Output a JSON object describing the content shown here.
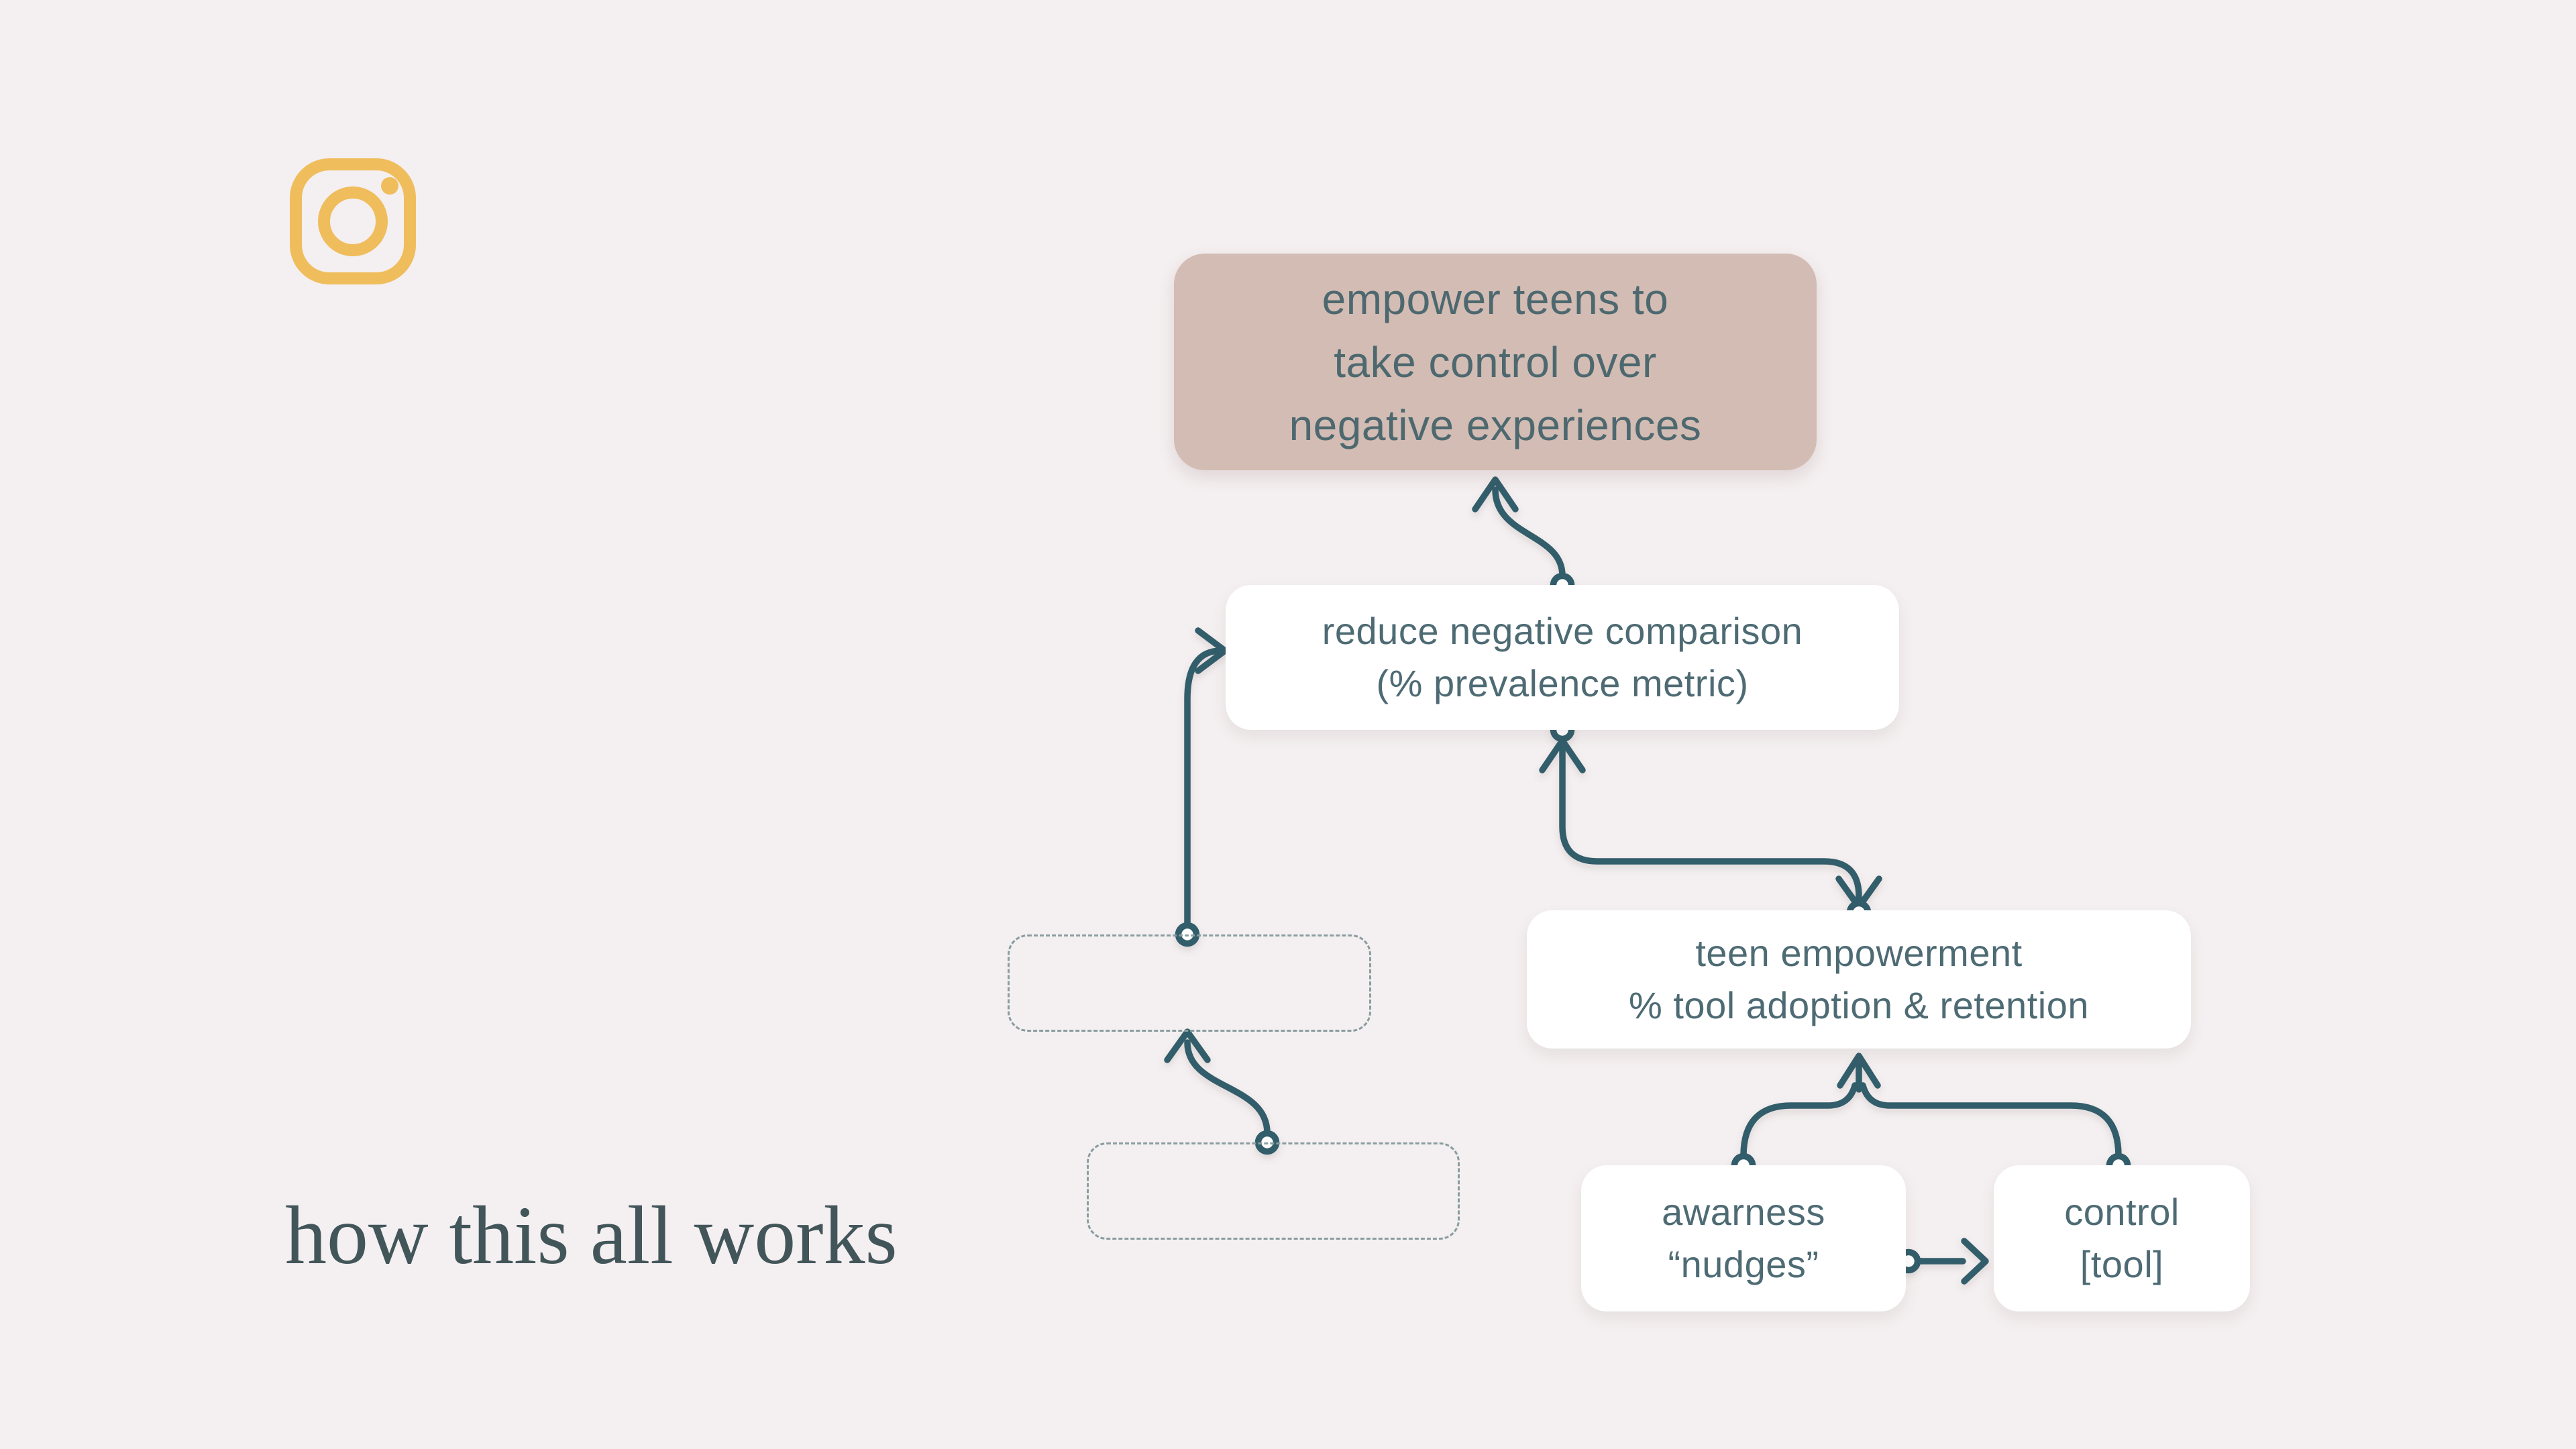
{
  "title": "how this all works",
  "logo": {
    "name": "instagram-logo",
    "color": "#efbd5c"
  },
  "colors": {
    "background": "#f4eff0",
    "connector_teal": "#305d6a",
    "box_text_teal": "#4e6b74",
    "mauve_fill": "#d3bcb3",
    "white_box": "#ffffff",
    "dashed_border": "#8a9da0",
    "title_color": "#42565a",
    "instagram_gold": "#efbd5c"
  },
  "diagram": {
    "nodes": [
      {
        "id": "goal",
        "style": "filled-mauve",
        "lines": [
          "empower teens to",
          "take control over",
          "negative experiences"
        ]
      },
      {
        "id": "reduce-negative-comparison",
        "style": "white",
        "lines": [
          "reduce negative comparison",
          "(% prevalence metric)"
        ]
      },
      {
        "id": "teen-empowerment",
        "style": "white",
        "lines": [
          "teen empowerment",
          "% tool adoption & retention"
        ]
      },
      {
        "id": "placeholder-upper",
        "style": "dashed-empty",
        "lines": []
      },
      {
        "id": "placeholder-lower",
        "style": "dashed-empty",
        "lines": []
      },
      {
        "id": "awareness-nudges",
        "style": "white",
        "lines": [
          "awarness",
          "“nudges”"
        ]
      },
      {
        "id": "control-tool",
        "style": "white",
        "lines": [
          "control",
          "[tool]"
        ]
      }
    ],
    "edges": [
      {
        "id": "reduce-to-goal",
        "from": "reduce-negative-comparison",
        "to": "goal",
        "arrow": "up"
      },
      {
        "id": "placeholder-upper-to-reduce",
        "from": "placeholder-upper",
        "to": "reduce-negative-comparison",
        "arrow": "into-left-side"
      },
      {
        "id": "teen-reduce-link",
        "from": "teen-empowerment",
        "to": "reduce-negative-comparison",
        "arrow": "both-ends"
      },
      {
        "id": "placeholder-lower-to-upper",
        "from": "placeholder-lower",
        "to": "placeholder-upper",
        "arrow": "up"
      },
      {
        "id": "awareness-and-control-merge-to-teen",
        "from": "awareness-nudges + control-tool",
        "to": "teen-empowerment",
        "arrow": "merged-up"
      },
      {
        "id": "awareness-to-control",
        "from": "awareness-nudges",
        "to": "control-tool",
        "arrow": "right"
      }
    ]
  }
}
